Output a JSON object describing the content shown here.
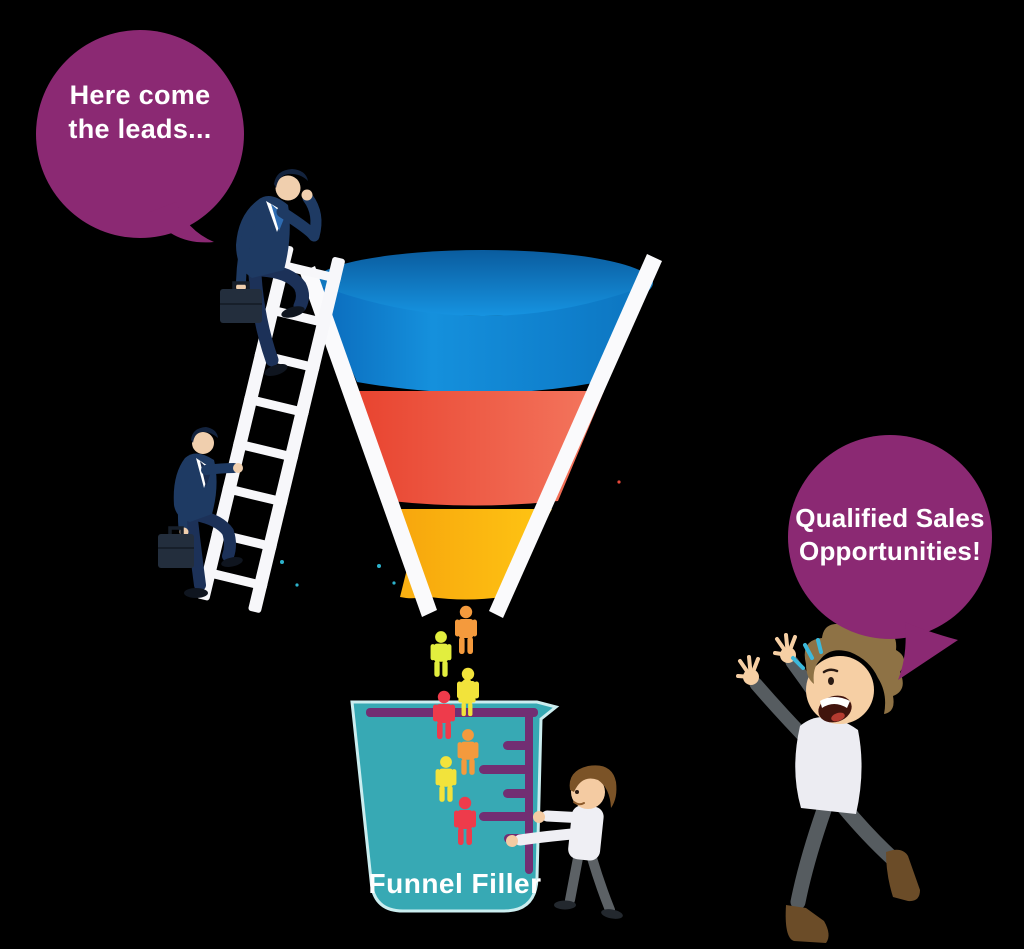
{
  "scene": {
    "description": "Sales funnel illustration: businessmen climb a ladder pouring leads into a funnel that drips qualified people into a beaker",
    "background_color": "#000000"
  },
  "left_bubble": {
    "lines": [
      "Here come",
      "the leads..."
    ],
    "bg_color": "#8B2973",
    "text_color": "#FFFFFF"
  },
  "right_bubble": {
    "lines": [
      "Qualified Sales",
      "Opportunities!"
    ],
    "bg_color": "#8B2973",
    "text_color": "#FFFFFF"
  },
  "funnel": {
    "stages": [
      {
        "position": "top",
        "color": "#1590DC"
      },
      {
        "position": "middle",
        "color": "#EE5A44"
      },
      {
        "position": "bottom",
        "color": "#FBB511"
      }
    ],
    "outline_color": "#FAFAFC"
  },
  "ladder": {
    "color": "#F7F7FA"
  },
  "leads": {
    "colors": {
      "red": "#EE3B4B",
      "orange": "#F49A3D",
      "yellow": "#F2E33B",
      "lime": "#E2EE3E"
    }
  },
  "beaker": {
    "label": "Funnel Filler",
    "body_color": "#37A9B4",
    "outline_color": "#CBEDEF",
    "scale_color": "#722E73"
  },
  "characters": {
    "businessman_top": {
      "suit": "#1E3A63",
      "shirt": "#FFFFFF",
      "tie": "#2E6CB2",
      "skin": "#F0CFAE",
      "briefcase": "#232E3D"
    },
    "businessman_bottom": {
      "suit": "#1E3A63",
      "shirt": "#FFFFFF",
      "tie": "#1A2C4F",
      "skin": "#F0CFAE",
      "briefcase": "#232E3D"
    },
    "beaker_pusher": {
      "shirt": "#EFEFF4",
      "pants": "#5C6165",
      "hair": "#7B5327",
      "skin": "#F4CBA2"
    },
    "cheering_man": {
      "shirt": "#ECECF2",
      "limbs": "#565C60",
      "hair": "#8E7245",
      "skin": "#F6CFA4",
      "boots": "#6B4C28",
      "excitement_color": "#3CB9DB"
    }
  }
}
